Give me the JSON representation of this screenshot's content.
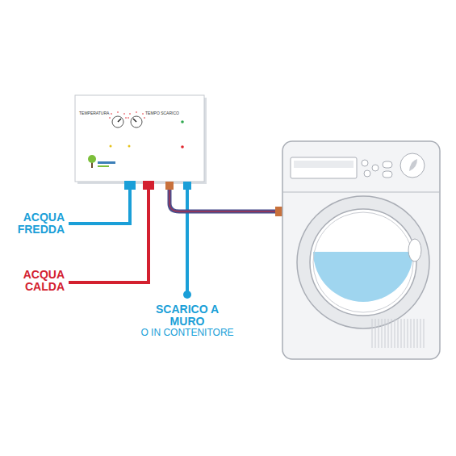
{
  "diagram": {
    "nodes": [
      {
        "text": [
          "TEMPERATURA",
          "TEMPO SCARICO"
        ]
      }
    ],
    "labels": [
      "ACQUA FREDDA",
      "ACQUA CALDA",
      "SCARICO A MURO",
      "O IN CONTENITORE"
    ]
  }
}
